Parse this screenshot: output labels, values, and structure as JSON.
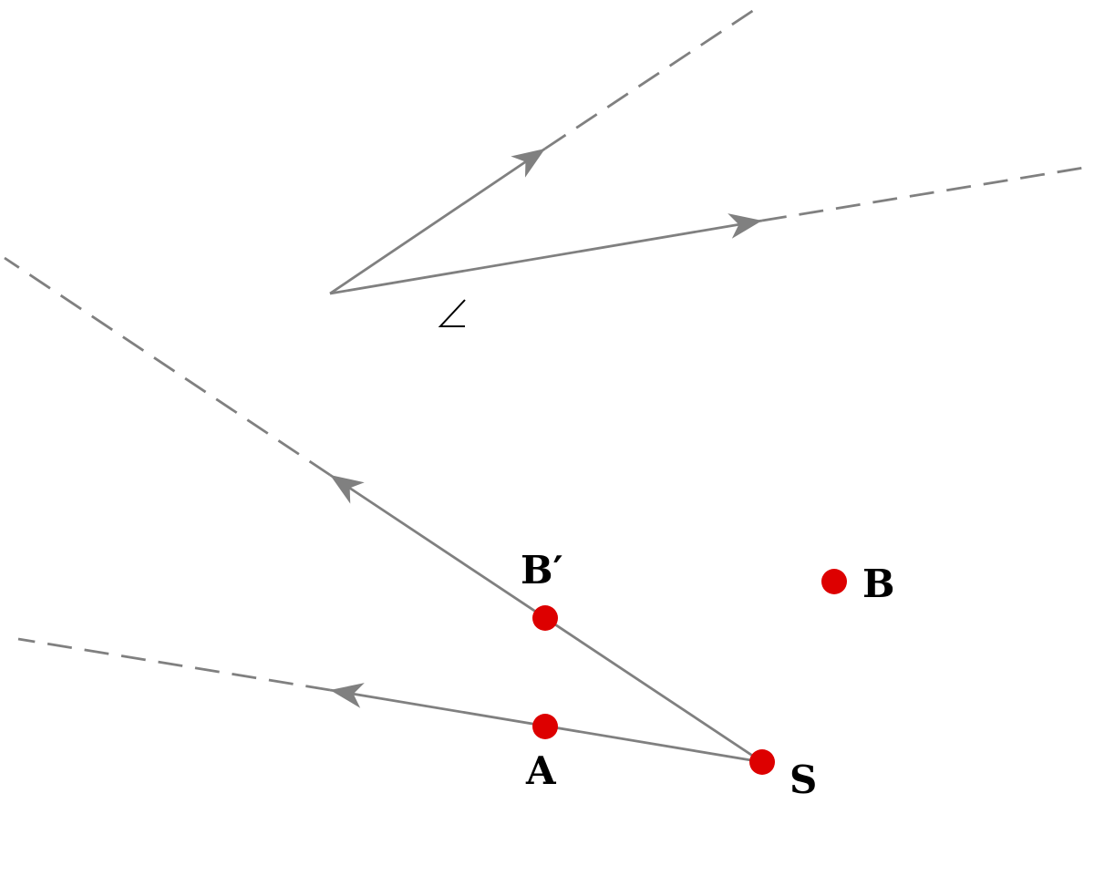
{
  "points": {
    "S": {
      "label": "S",
      "color": "#dd0000"
    },
    "A": {
      "label": "A",
      "color": "#dd0000"
    },
    "Bp": {
      "label": "B′",
      "color": "#dd0000"
    },
    "B": {
      "label": "B",
      "color": "#dd0000"
    }
  },
  "angle_symbol": "angle-icon",
  "colors": {
    "ray": "#808080",
    "point": "#dd0000",
    "text": "#000000"
  }
}
